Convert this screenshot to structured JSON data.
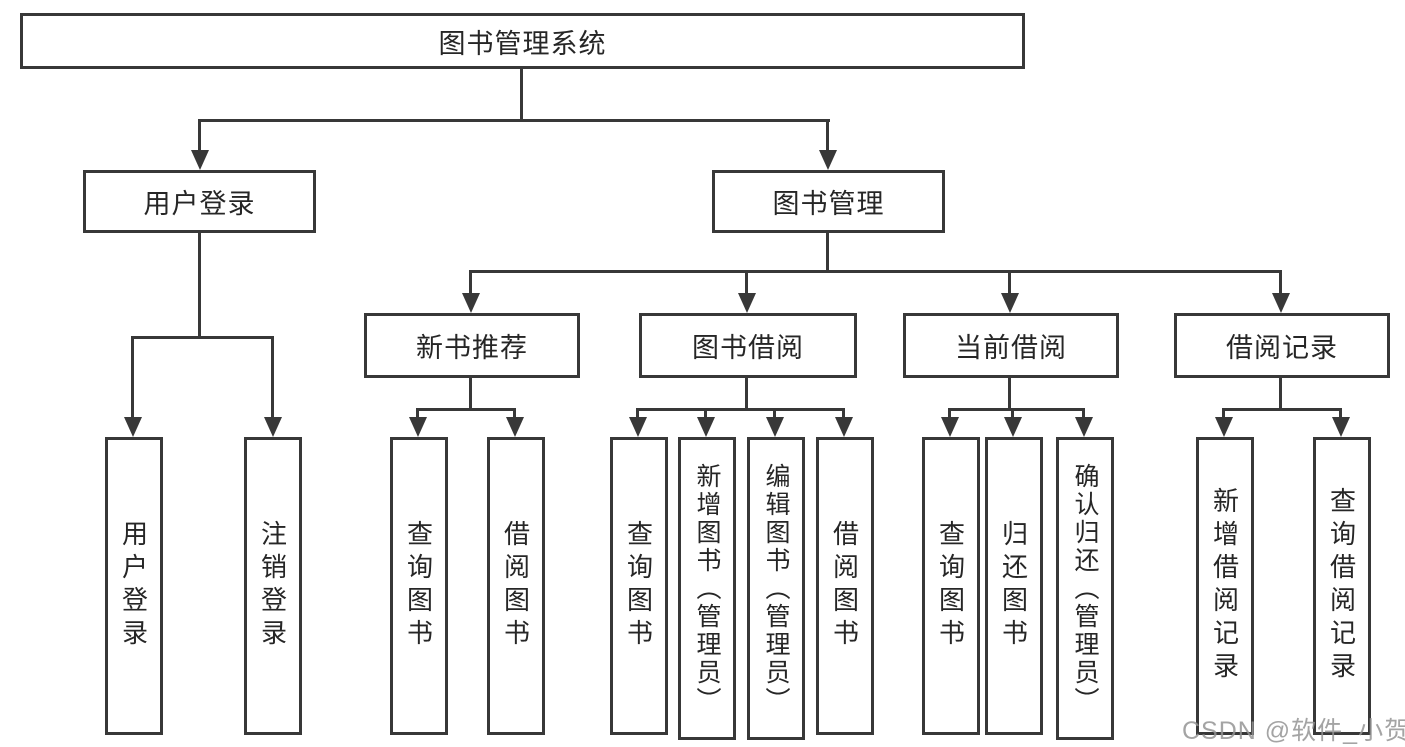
{
  "diagram_title": "图书管理系统",
  "tree": {
    "root": {
      "label": "图书管理系统",
      "children": [
        {
          "label": "用户登录",
          "children": [
            {
              "label": "用户登录"
            },
            {
              "label": "注销登录"
            }
          ]
        },
        {
          "label": "图书管理",
          "children": [
            {
              "label": "新书推荐",
              "children": [
                {
                  "label": "查询图书"
                },
                {
                  "label": "借阅图书"
                }
              ]
            },
            {
              "label": "图书借阅",
              "children": [
                {
                  "label": "查询图书"
                },
                {
                  "label": "新增图书（管理员）"
                },
                {
                  "label": "编辑图书（管理员）"
                },
                {
                  "label": "借阅图书"
                }
              ]
            },
            {
              "label": "当前借阅",
              "children": [
                {
                  "label": "查询图书"
                },
                {
                  "label": "归还图书"
                },
                {
                  "label": "确认归还（管理员）"
                }
              ]
            },
            {
              "label": "借阅记录",
              "children": [
                {
                  "label": "新增借阅记录"
                },
                {
                  "label": "查询借阅记录"
                }
              ]
            }
          ]
        }
      ]
    }
  },
  "watermark": "CSDN @软件_小贺同学",
  "colors": {
    "line": "#383838",
    "box_fill": "#ffffff",
    "text": "#262626",
    "watermark": "#949494"
  }
}
